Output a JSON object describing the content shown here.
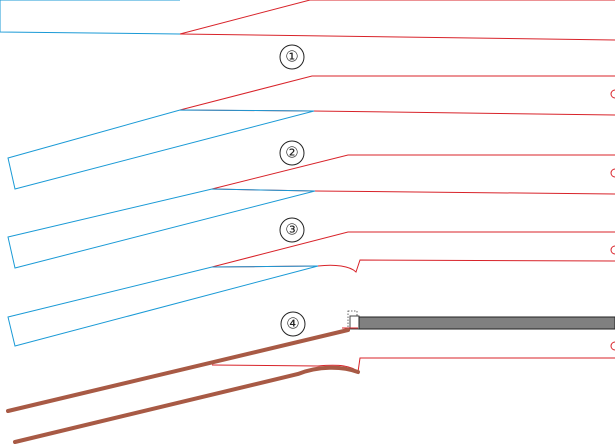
{
  "diagram": {
    "steps": [
      {
        "id": "step-1",
        "label": "①"
      },
      {
        "id": "step-2",
        "label": "②"
      },
      {
        "id": "step-3",
        "label": "③"
      },
      {
        "id": "step-4",
        "label": "④"
      }
    ],
    "colors": {
      "fixed_part": "#d8232a",
      "moving_part": "#1a9ad6",
      "bent_part": "#a85a45",
      "bar": "#808080"
    }
  }
}
